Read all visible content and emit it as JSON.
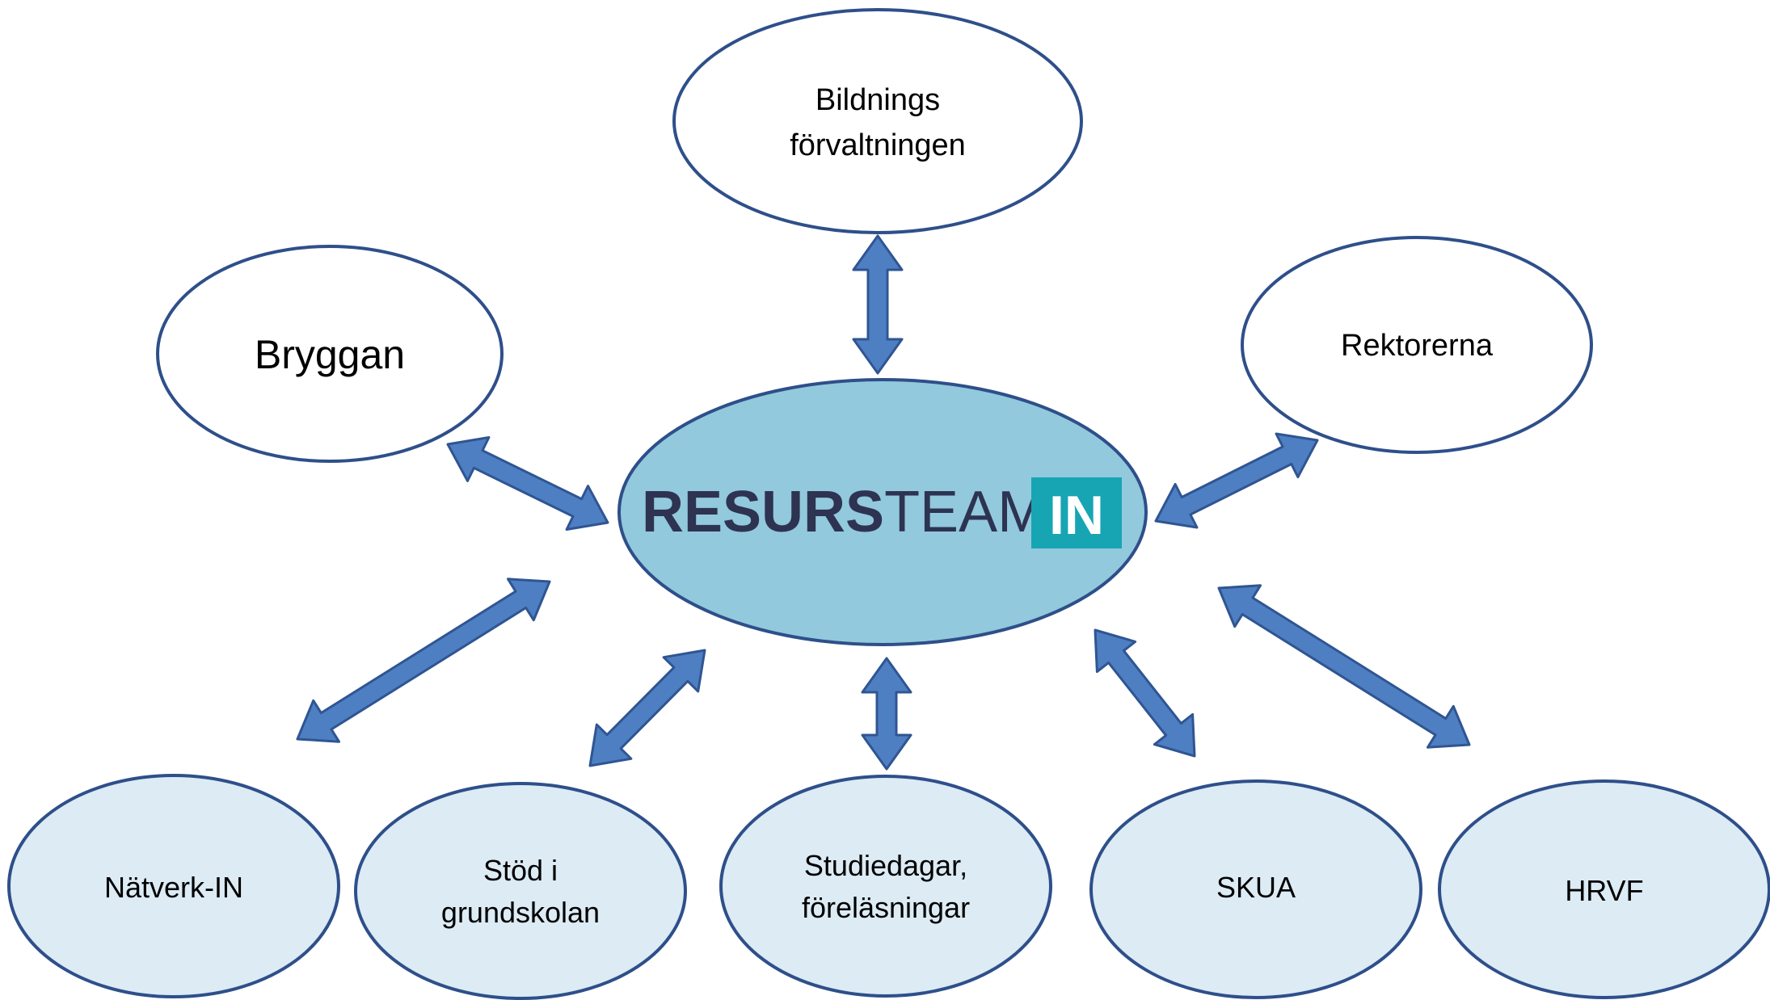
{
  "center": {
    "logo_word_bold": "RESURS",
    "logo_word_light": "TEAM",
    "logo_badge": "IN"
  },
  "nodes": {
    "bildnings": {
      "line1": "Bildnings",
      "line2": "förvaltningen"
    },
    "bryggan": {
      "label": "Bryggan"
    },
    "rektorerna": {
      "label": "Rektorerna"
    },
    "natverk": {
      "label": "Nätverk-IN"
    },
    "stod": {
      "line1": "Stöd i",
      "line2": "grundskolan"
    },
    "studiedagar": {
      "line1": "Studiedagar,",
      "line2": "föreläsningar"
    },
    "skua": {
      "label": "SKUA"
    },
    "hrvf": {
      "label": "HRVF"
    }
  },
  "colors": {
    "ellipse_stroke": "#2e4f8a",
    "top_fill": "#ffffff",
    "bottom_fill": "#dcebf4",
    "center_fill": "#92c9dc",
    "arrow_fill": "#4e7fc2",
    "arrow_stroke": "#2f5592",
    "logo_dark": "#2e3352",
    "logo_teal": "#17a5b4"
  }
}
